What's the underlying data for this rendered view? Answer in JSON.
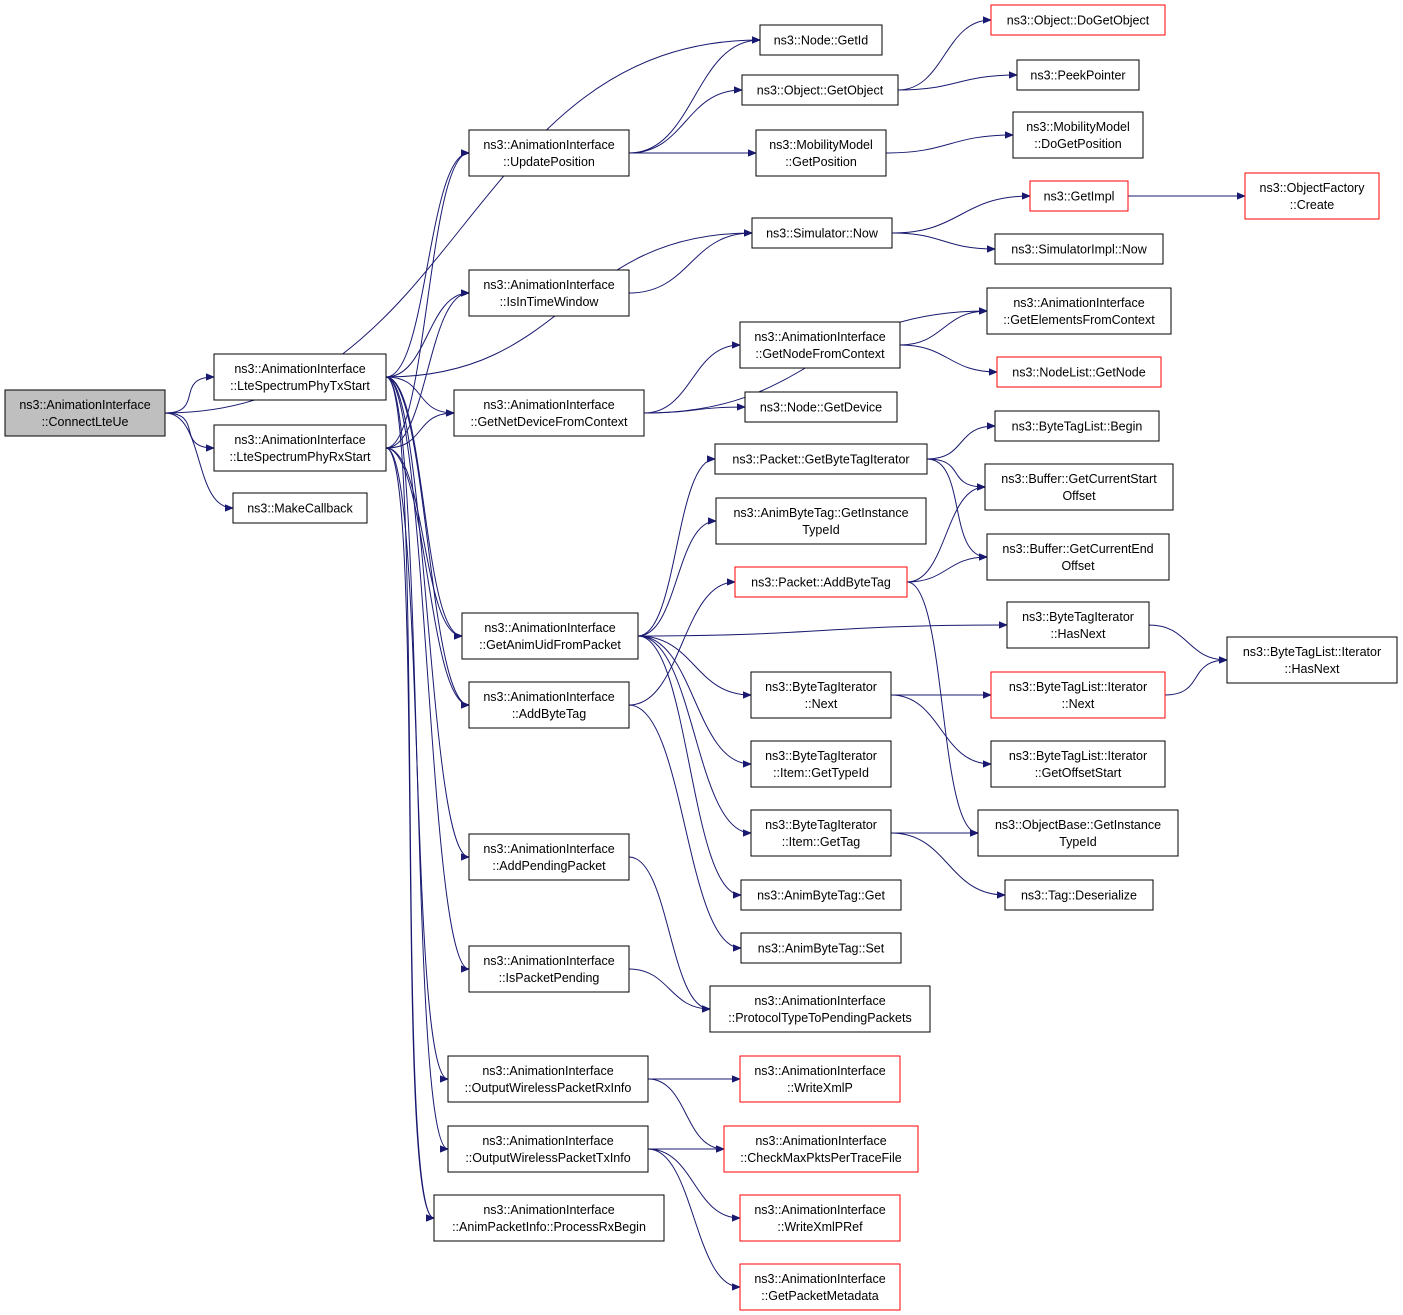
{
  "colors": {
    "edge": "#191970",
    "border": "#000000",
    "border_missing": "#ff0000",
    "root_fill": "#bfbfbf"
  },
  "nodes": [
    {
      "id": "connectLteUe",
      "lines": [
        "ns3::AnimationInterface",
        "::ConnectLteUe"
      ],
      "root": true
    },
    {
      "id": "lteTx",
      "lines": [
        "ns3::AnimationInterface",
        "::LteSpectrumPhyTxStart"
      ]
    },
    {
      "id": "lteRx",
      "lines": [
        "ns3::AnimationInterface",
        "::LteSpectrumPhyRxStart"
      ]
    },
    {
      "id": "makeCallback",
      "lines": [
        "ns3::MakeCallback"
      ]
    },
    {
      "id": "nodeGetId",
      "lines": [
        "ns3::Node::GetId"
      ]
    },
    {
      "id": "updatePosition",
      "lines": [
        "ns3::AnimationInterface",
        "::UpdatePosition"
      ]
    },
    {
      "id": "isInTimeWindow",
      "lines": [
        "ns3::AnimationInterface",
        "::IsInTimeWindow"
      ]
    },
    {
      "id": "getNetDevice",
      "lines": [
        "ns3::AnimationInterface",
        "::GetNetDeviceFromContext"
      ]
    },
    {
      "id": "getAnimUid",
      "lines": [
        "ns3::AnimationInterface",
        "::GetAnimUidFromPacket"
      ]
    },
    {
      "id": "addByteTagAI",
      "lines": [
        "ns3::AnimationInterface",
        "::AddByteTag"
      ]
    },
    {
      "id": "addPendingPacket",
      "lines": [
        "ns3::AnimationInterface",
        "::AddPendingPacket"
      ]
    },
    {
      "id": "isPacketPending",
      "lines": [
        "ns3::AnimationInterface",
        "::IsPacketPending"
      ]
    },
    {
      "id": "outRx",
      "lines": [
        "ns3::AnimationInterface",
        "::OutputWirelessPacketRxInfo"
      ]
    },
    {
      "id": "outTx",
      "lines": [
        "ns3::AnimationInterface",
        "::OutputWirelessPacketTxInfo"
      ]
    },
    {
      "id": "processRxBegin",
      "lines": [
        "ns3::AnimationInterface",
        "::AnimPacketInfo::ProcessRxBegin"
      ]
    },
    {
      "id": "objGetObject",
      "lines": [
        "ns3::Object::GetObject"
      ]
    },
    {
      "id": "mobGetPos",
      "lines": [
        "ns3::MobilityModel",
        "::GetPosition"
      ]
    },
    {
      "id": "simNow",
      "lines": [
        "ns3::Simulator::Now"
      ]
    },
    {
      "id": "getNodeFromCtx",
      "lines": [
        "ns3::AnimationInterface",
        "::GetNodeFromContext"
      ]
    },
    {
      "id": "nodeGetDevice",
      "lines": [
        "ns3::Node::GetDevice"
      ]
    },
    {
      "id": "pktGetByteTagIt",
      "lines": [
        "ns3::Packet::GetByteTagIterator"
      ]
    },
    {
      "id": "animByteTagTypeId",
      "lines": [
        "ns3::AnimByteTag::GetInstance",
        "TypeId"
      ]
    },
    {
      "id": "pktAddByteTag",
      "lines": [
        "ns3::Packet::AddByteTag"
      ],
      "missing": true
    },
    {
      "id": "btiNext",
      "lines": [
        "ns3::ByteTagIterator",
        "::Next"
      ]
    },
    {
      "id": "btiItemTypeId",
      "lines": [
        "ns3::ByteTagIterator",
        "::Item::GetTypeId"
      ]
    },
    {
      "id": "btiItemGetTag",
      "lines": [
        "ns3::ByteTagIterator",
        "::Item::GetTag"
      ]
    },
    {
      "id": "animByteTagGet",
      "lines": [
        "ns3::AnimByteTag::Get"
      ]
    },
    {
      "id": "animByteTagSet",
      "lines": [
        "ns3::AnimByteTag::Set"
      ]
    },
    {
      "id": "protoToPending",
      "lines": [
        "ns3::AnimationInterface",
        "::ProtocolTypeToPendingPackets"
      ]
    },
    {
      "id": "writeXmlP",
      "lines": [
        "ns3::AnimationInterface",
        "::WriteXmlP"
      ],
      "missing": true
    },
    {
      "id": "checkMaxPkts",
      "lines": [
        "ns3::AnimationInterface",
        "::CheckMaxPktsPerTraceFile"
      ],
      "missing": true
    },
    {
      "id": "writeXmlPRef",
      "lines": [
        "ns3::AnimationInterface",
        "::WriteXmlPRef"
      ],
      "missing": true
    },
    {
      "id": "getPktMeta",
      "lines": [
        "ns3::AnimationInterface",
        "::GetPacketMetadata"
      ],
      "missing": true
    },
    {
      "id": "doGetObject",
      "lines": [
        "ns3::Object::DoGetObject"
      ],
      "missing": true
    },
    {
      "id": "peekPointer",
      "lines": [
        "ns3::PeekPointer"
      ]
    },
    {
      "id": "mobDoGetPos",
      "lines": [
        "ns3::MobilityModel",
        "::DoGetPosition"
      ]
    },
    {
      "id": "getImpl",
      "lines": [
        "ns3::GetImpl"
      ],
      "missing": true
    },
    {
      "id": "simImplNow",
      "lines": [
        "ns3::SimulatorImpl::Now"
      ]
    },
    {
      "id": "getElemFromCtx",
      "lines": [
        "ns3::AnimationInterface",
        "::GetElementsFromContext"
      ]
    },
    {
      "id": "nodeListGetNode",
      "lines": [
        "ns3::NodeList::GetNode"
      ],
      "missing": true
    },
    {
      "id": "btlBegin",
      "lines": [
        "ns3::ByteTagList::Begin"
      ]
    },
    {
      "id": "bufStart",
      "lines": [
        "ns3::Buffer::GetCurrentStart",
        "Offset"
      ]
    },
    {
      "id": "bufEnd",
      "lines": [
        "ns3::Buffer::GetCurrentEnd",
        "Offset"
      ]
    },
    {
      "id": "btiHasNext",
      "lines": [
        "ns3::ByteTagIterator",
        "::HasNext"
      ]
    },
    {
      "id": "btlItNext",
      "lines": [
        "ns3::ByteTagList::Iterator",
        "::Next"
      ],
      "missing": true
    },
    {
      "id": "btlItOffsetStart",
      "lines": [
        "ns3::ByteTagList::Iterator",
        "::GetOffsetStart"
      ]
    },
    {
      "id": "objBaseTypeId",
      "lines": [
        "ns3::ObjectBase::GetInstance",
        "TypeId"
      ]
    },
    {
      "id": "tagDeserialize",
      "lines": [
        "ns3::Tag::Deserialize"
      ]
    },
    {
      "id": "objFactoryCreate",
      "lines": [
        "ns3::ObjectFactory",
        "::Create"
      ],
      "missing": true
    },
    {
      "id": "btlItHasNext",
      "lines": [
        "ns3::ByteTagList::Iterator",
        "::HasNext"
      ]
    }
  ],
  "edges": [
    [
      "connectLteUe",
      "lteTx"
    ],
    [
      "connectLteUe",
      "lteRx"
    ],
    [
      "connectLteUe",
      "makeCallback"
    ],
    [
      "connectLteUe",
      "nodeGetId"
    ],
    [
      "lteTx",
      "updatePosition"
    ],
    [
      "lteTx",
      "isInTimeWindow"
    ],
    [
      "lteTx",
      "getNetDevice"
    ],
    [
      "lteTx",
      "simNow"
    ],
    [
      "lteTx",
      "getAnimUid"
    ],
    [
      "lteTx",
      "addByteTagAI"
    ],
    [
      "lteTx",
      "addPendingPacket"
    ],
    [
      "lteTx",
      "isPacketPending"
    ],
    [
      "lteTx",
      "outTx"
    ],
    [
      "lteTx",
      "processRxBegin"
    ],
    [
      "lteRx",
      "updatePosition"
    ],
    [
      "lteRx",
      "isInTimeWindow"
    ],
    [
      "lteRx",
      "getNetDevice"
    ],
    [
      "lteRx",
      "getAnimUid"
    ],
    [
      "lteRx",
      "addByteTagAI"
    ],
    [
      "lteRx",
      "outRx"
    ],
    [
      "lteRx",
      "processRxBegin"
    ],
    [
      "updatePosition",
      "nodeGetId"
    ],
    [
      "updatePosition",
      "objGetObject"
    ],
    [
      "updatePosition",
      "mobGetPos"
    ],
    [
      "isInTimeWindow",
      "simNow"
    ],
    [
      "getNetDevice",
      "getNodeFromCtx"
    ],
    [
      "getNetDevice",
      "getElemFromCtx"
    ],
    [
      "getNetDevice",
      "nodeGetDevice"
    ],
    [
      "objGetObject",
      "doGetObject"
    ],
    [
      "objGetObject",
      "peekPointer"
    ],
    [
      "mobGetPos",
      "mobDoGetPos"
    ],
    [
      "simNow",
      "getImpl"
    ],
    [
      "simNow",
      "simImplNow"
    ],
    [
      "getImpl",
      "objFactoryCreate"
    ],
    [
      "getNodeFromCtx",
      "getElemFromCtx"
    ],
    [
      "getNodeFromCtx",
      "nodeListGetNode"
    ],
    [
      "getAnimUid",
      "pktGetByteTagIt"
    ],
    [
      "getAnimUid",
      "animByteTagTypeId"
    ],
    [
      "getAnimUid",
      "btiHasNext"
    ],
    [
      "getAnimUid",
      "btiNext"
    ],
    [
      "getAnimUid",
      "btiItemTypeId"
    ],
    [
      "getAnimUid",
      "btiItemGetTag"
    ],
    [
      "getAnimUid",
      "animByteTagGet"
    ],
    [
      "addByteTagAI",
      "pktAddByteTag"
    ],
    [
      "addByteTagAI",
      "animByteTagSet"
    ],
    [
      "addPendingPacket",
      "protoToPending"
    ],
    [
      "isPacketPending",
      "protoToPending"
    ],
    [
      "outRx",
      "writeXmlP"
    ],
    [
      "outRx",
      "checkMaxPkts"
    ],
    [
      "outTx",
      "checkMaxPkts"
    ],
    [
      "outTx",
      "writeXmlPRef"
    ],
    [
      "outTx",
      "getPktMeta"
    ],
    [
      "pktGetByteTagIt",
      "btlBegin"
    ],
    [
      "pktGetByteTagIt",
      "bufStart"
    ],
    [
      "pktGetByteTagIt",
      "bufEnd"
    ],
    [
      "pktAddByteTag",
      "bufStart"
    ],
    [
      "pktAddByteTag",
      "bufEnd"
    ],
    [
      "pktAddByteTag",
      "objBaseTypeId"
    ],
    [
      "btiHasNext",
      "btlItHasNext"
    ],
    [
      "btiNext",
      "btlItNext"
    ],
    [
      "btiNext",
      "btlItOffsetStart"
    ],
    [
      "btlItNext",
      "btlItHasNext"
    ],
    [
      "btiItemGetTag",
      "objBaseTypeId"
    ],
    [
      "btiItemGetTag",
      "tagDeserialize"
    ]
  ]
}
